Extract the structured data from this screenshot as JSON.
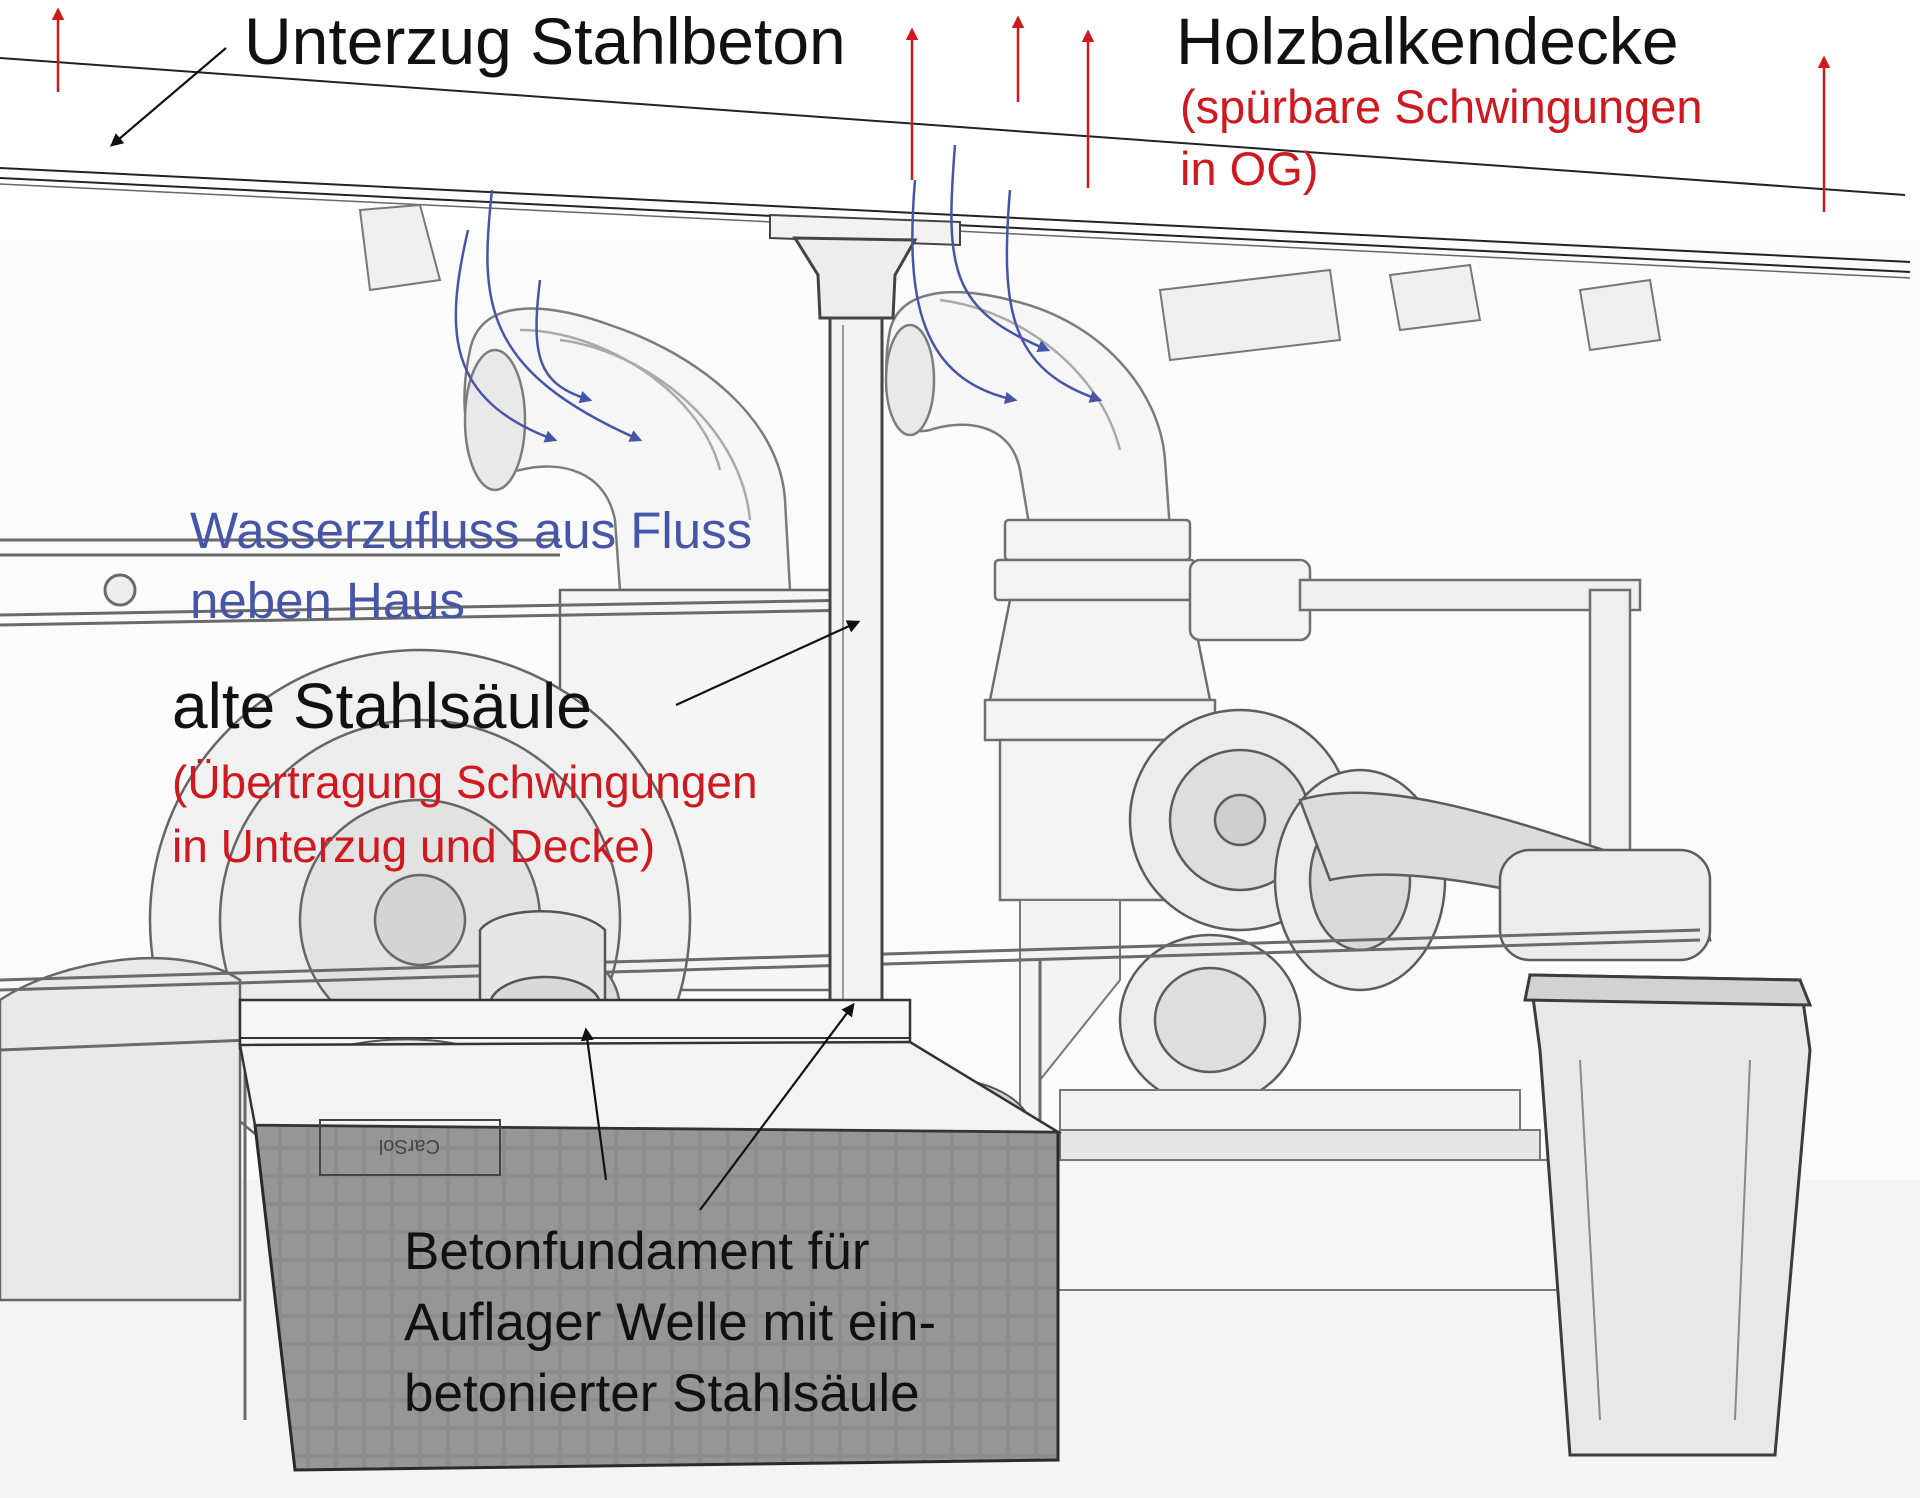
{
  "colors": {
    "annotation_black": "#111111",
    "annotation_red": "#d0191f",
    "annotation_blue": "#4655a8",
    "sketch_line": "#8c8c8c",
    "foundation_fill": "#8a8a8a"
  },
  "labels": {
    "unterzug": "Unterzug Stahlbeton",
    "holzbalkendecke": "Holzbalkendecke",
    "holz_note_line1": "(spürbare Schwingungen",
    "holz_note_line2": "in OG)",
    "wasser_line1": "Wasserzufluss aus Fluss",
    "wasser_line2": "neben Haus",
    "saeule": "alte Stahlsäule",
    "saeule_note_line1": "(Übertragung Schwingungen",
    "saeule_note_line2": "in Unterzug und Decke)",
    "fundament_line1": "Betonfundament für",
    "fundament_line2": "Auflager Welle mit ein-",
    "fundament_line3": "betonierter Stahlsäule"
  },
  "crate_text": "CarSol",
  "icons": {
    "vibration_arrows": "red-up-arrow-icon",
    "water_flow_arrows": "blue-flow-arrow-icon",
    "pointer_arrows": "black-pointer-arrow-icon"
  }
}
